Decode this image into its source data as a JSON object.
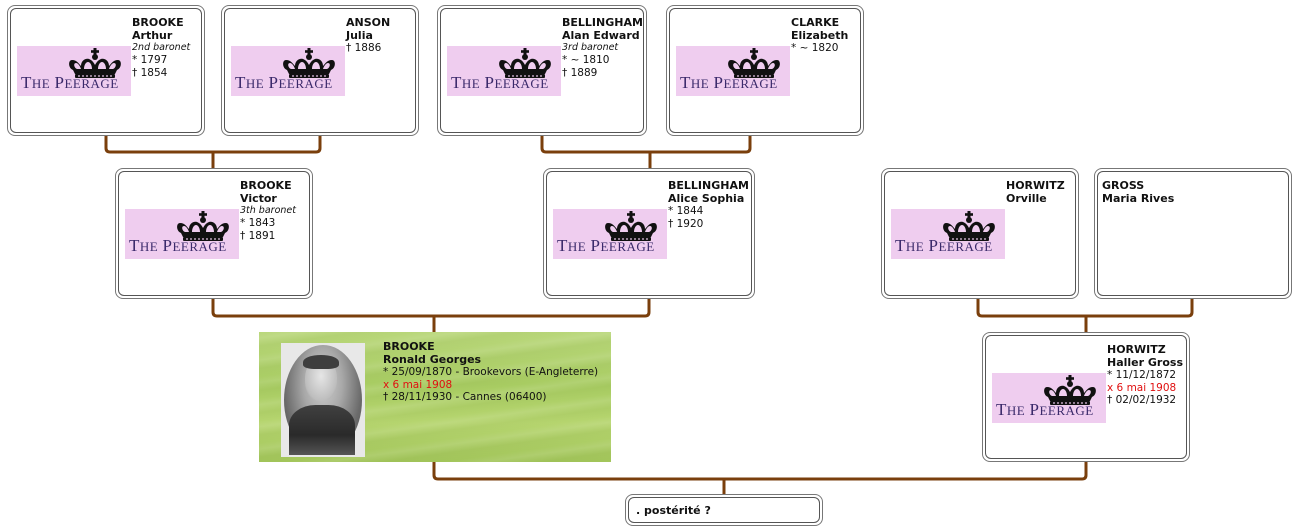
{
  "diagram": {
    "type": "family-tree",
    "connector_color": "#7a3f0c",
    "logo": {
      "text_first": "The",
      "text_second": "Peerage",
      "bg_color": "#efcdef",
      "text_color": "#3b2a6b",
      "icon": "crown-icon"
    }
  },
  "people": {
    "brooke_arthur": {
      "surname": "BROOKE",
      "given": "Arthur",
      "title": "2nd baronet",
      "birth": "* 1797",
      "death": "† 1854"
    },
    "anson_julia": {
      "surname": "ANSON",
      "given": "Julia",
      "death": "† 1886"
    },
    "bellingham_alan": {
      "surname": "BELLINGHAM",
      "given": "Alan Edward",
      "title": "3rd baronet",
      "birth": "* ~ 1810",
      "death": "† 1889"
    },
    "clarke_elizabeth": {
      "surname": "CLARKE",
      "given": "Elizabeth",
      "birth": "* ~ 1820"
    },
    "brooke_victor": {
      "surname": "BROOKE",
      "given": "Victor",
      "title": "3th baronet",
      "birth": "* 1843",
      "death": "† 1891"
    },
    "bellingham_alice": {
      "surname": "BELLINGHAM",
      "given": "Alice Sophia",
      "birth": "* 1844",
      "death": "† 1920"
    },
    "horwitz_orville": {
      "surname": "HORWITZ",
      "given": "Orville"
    },
    "gross_maria": {
      "surname": "GROSS",
      "given": "Maria Rives"
    },
    "brooke_ronald": {
      "surname": "BROOKE",
      "given": "Ronald Georges",
      "birth": "* 25/09/1870  - Brookevors (E-Angleterre)",
      "marriage": "x 6 mai 1908",
      "death": "† 28/11/1930  - Cannes (06400)"
    },
    "horwitz_haller": {
      "surname": "HORWITZ",
      "given": "Haller Gross",
      "birth": "* 11/12/1872",
      "marriage": "x 6 mai 1908",
      "death": "† 02/02/1932"
    }
  },
  "posterity": {
    "label": ". postérité ?"
  }
}
